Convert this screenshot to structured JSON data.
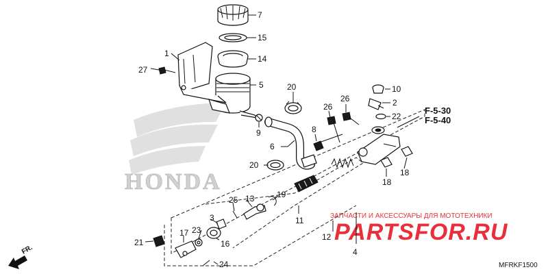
{
  "callouts": {
    "c1": "1",
    "c2": "2",
    "c3": "3",
    "c4": "4",
    "c5": "5",
    "c6": "6",
    "c7": "7",
    "c8": "8",
    "c9": "9",
    "c10": "10",
    "c11": "11",
    "c12": "12",
    "c13": "13",
    "c14": "14",
    "c15": "15",
    "c16": "16",
    "c17": "17",
    "c18a": "18",
    "c18b": "18",
    "c19": "19",
    "c20a": "20",
    "c20b": "20",
    "c21": "21",
    "c22": "22",
    "c23": "23",
    "c24": "24",
    "c25": "25",
    "c26a": "26",
    "c26b": "26",
    "c27": "27"
  },
  "refs": {
    "r1": "F-5-30",
    "r2": "F-5-40"
  },
  "direction_label": "FR.",
  "diagram_code": "MFRKF1500",
  "watermark": {
    "brand_text": "HONDA",
    "shop_tagline": "ЗАПЧАСТИ И АКСЕССУАРЫ ДЛЯ МОТОТЕХНИКИ",
    "shop_logo": "PARTSFOR.RU"
  },
  "colors": {
    "shop_accent": "#e8303a",
    "ink": "#111111",
    "watermark_gray": "#bfbfbf"
  }
}
